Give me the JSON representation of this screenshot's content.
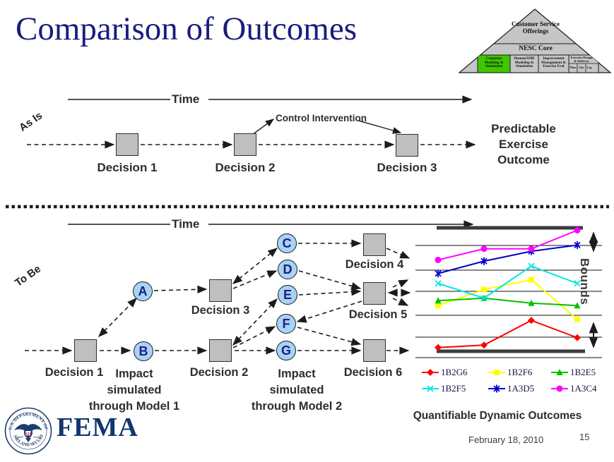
{
  "slide": {
    "title": "Comparison of Outcomes",
    "date": "February 18, 2010",
    "page_number": "15"
  },
  "pyramid": {
    "tier_top": "Customer Service Offerings",
    "tier_middle": "NESC Core",
    "cell1": "Computer Modeling & Simulation",
    "cell2": "Human/SME Modeling & Simulation",
    "cell3": "Improvement Management & Exercise Eval",
    "cell4": "Exercise Design & Delivery",
    "sub1": "Plans",
    "sub2": "Ops",
    "sub3": "Log",
    "highlight_color": "#3ec700"
  },
  "as_is": {
    "section_label": "As Is",
    "time_label": "Time",
    "control_label": "Control Intervention",
    "decision1": "Decision 1",
    "decision2": "Decision 2",
    "decision3": "Decision 3",
    "outcome_l1": "Predictable",
    "outcome_l2": "Exercise",
    "outcome_l3": "Outcome"
  },
  "to_be": {
    "section_label": "To Be",
    "time_label": "Time",
    "node_a": "A",
    "node_b": "B",
    "node_c": "C",
    "node_d": "D",
    "node_e": "E",
    "node_f": "F",
    "node_g": "G",
    "decision1": "Decision 1",
    "decision2": "Decision 2",
    "decision3": "Decision 3",
    "decision4": "Decision 4",
    "decision5": "Decision 5",
    "decision6": "Decision 6",
    "impact1_l1": "Impact",
    "impact1_l2": "simulated",
    "impact1_l3": "through Model 1",
    "impact2_l1": "Impact",
    "impact2_l2": "simulated",
    "impact2_l3": "through Model 2"
  },
  "chart": {
    "bounds_label": "Bounds",
    "caption": "Quantifiable Dynamic Outcomes"
  },
  "chart_data": {
    "type": "line",
    "title": "Quantifiable Dynamic Outcomes",
    "x": [
      1,
      2,
      3,
      4
    ],
    "xlabel": "",
    "ylabel": "Bounds",
    "ylim": [
      0,
      100
    ],
    "value_scale": "percent of span between lower and upper bound bars",
    "grid": true,
    "legend_position": "bottom",
    "series": [
      {
        "name": "1B2G6",
        "color": "#ff0000",
        "marker": "diamond",
        "values": [
          3,
          5,
          25,
          11
        ]
      },
      {
        "name": "1B2F6",
        "color": "#ffff00",
        "marker": "square",
        "values": [
          37,
          50,
          58,
          26
        ]
      },
      {
        "name": "1B2E5",
        "color": "#00c000",
        "marker": "triangle",
        "values": [
          41,
          43,
          39,
          37
        ]
      },
      {
        "name": "1B2F5",
        "color": "#00e6e6",
        "marker": "x",
        "values": [
          55,
          43,
          69,
          55
        ]
      },
      {
        "name": "1A3D5",
        "color": "#0000cd",
        "marker": "asterisk",
        "values": [
          63,
          73,
          81,
          86
        ]
      },
      {
        "name": "1A3C4",
        "color": "#ff00ff",
        "marker": "circle",
        "values": [
          74,
          83,
          83,
          98
        ]
      }
    ]
  },
  "fema": {
    "wordmark": "FEMA",
    "seal_top": "U.S. DEPARTMENT OF",
    "seal_bottom": "HOMELAND SECURITY"
  }
}
